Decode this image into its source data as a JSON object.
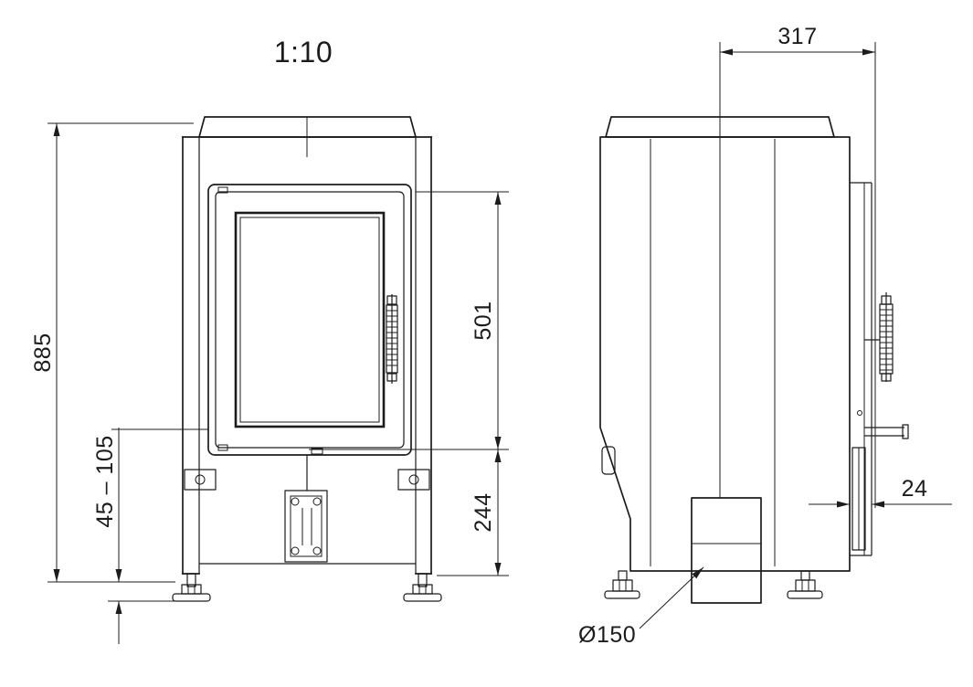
{
  "drawing": {
    "type": "technical-dimension-drawing",
    "subject": "stove-two-view-drawing",
    "scale": "1:10",
    "line_color": "#1c1c1c",
    "background": "#ffffff",
    "dimensions": {
      "overall_height": "885",
      "foot_adjustment": "45 – 105",
      "door_height": "501",
      "base_height": "244",
      "top_depth": "317",
      "door_thickness": "24",
      "flue_diameter": "Ø150"
    }
  }
}
